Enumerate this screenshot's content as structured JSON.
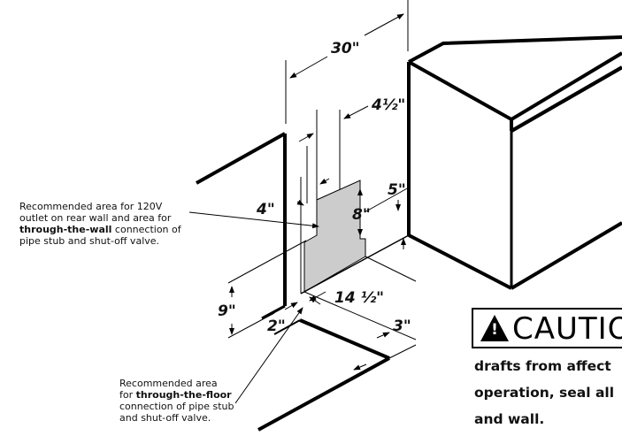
{
  "dimensions": {
    "width_30": "30\"",
    "depth_4_5": "4½\"",
    "height_5": "5\"",
    "height_8": "8\"",
    "width_4": "4\"",
    "height_9": "9\"",
    "offset_2": "2\"",
    "length_14_5": "14 ½\"",
    "width_3": "3\""
  },
  "wall_note": {
    "line1": "Recommended area for 120V",
    "line2": "outlet on rear wall and area for",
    "line3_bold": "through-the-wall",
    "line3_rest": " connection of",
    "line4": "pipe stub and shut-off valve."
  },
  "floor_note": {
    "line1": "Recommended area",
    "line2_pre": "for ",
    "line2_bold": "through-the-floor",
    "line3": "connection of pipe stub",
    "line4": "and shut-off valve."
  },
  "caution": {
    "title": "CAUTIO",
    "text": "drafts from affect\noperation, seal all\nand wall."
  },
  "colors": {
    "line": "#000000",
    "shaded_area": "#cccccc"
  }
}
